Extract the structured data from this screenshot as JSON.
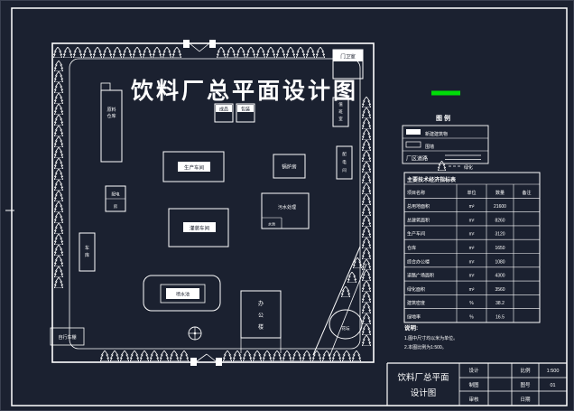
{
  "colors": {
    "background": "#1b2130",
    "line": "#ffffff",
    "title_red": "#f3241c",
    "highlight_green": "#00dd08"
  },
  "main_title": "饮料厂总平面设计图",
  "plan": {
    "buildings": {
      "raw_warehouse": {
        "line1": "原料",
        "line2": "仓库"
      },
      "power_room": {
        "line1": "配电",
        "line2": "房"
      },
      "garage": {
        "line1": "车",
        "line2": "库"
      },
      "workshop1": "生产车间",
      "workshop2": "灌装车间",
      "finished_store": "成品",
      "package_store": "包装",
      "boiler_room": "锅炉房",
      "sewage": {
        "main": "污水处理",
        "sub": "水池"
      },
      "pool": "喷水池",
      "office": {
        "chars": [
          "办",
          "公",
          "楼"
        ]
      },
      "flower_bed": "花坛",
      "gatehouse": "门卫室",
      "duty_room": {
        "chars": [
          "值",
          "班",
          "室"
        ]
      },
      "dist_room": {
        "chars": [
          "配",
          "电",
          "间"
        ]
      },
      "bike_shed": "自行车棚"
    }
  },
  "legend": {
    "title": "图 例",
    "rows": [
      {
        "label": "新建建筑物"
      },
      {
        "label": "围墙"
      },
      {
        "label": "厂区道路"
      }
    ],
    "planting_label": "绿化"
  },
  "indicators": {
    "title": "主要技术经济指标表",
    "header": [
      "项目名称",
      "单位",
      "数量",
      "备注"
    ],
    "rows": [
      [
        "总用地面积",
        "m²",
        "21600",
        ""
      ],
      [
        "总建筑面积",
        "m²",
        "8260",
        ""
      ],
      [
        "生产车间",
        "m²",
        "3120",
        ""
      ],
      [
        "仓库",
        "m²",
        "1650",
        ""
      ],
      [
        "综合办公楼",
        "m²",
        "1080",
        ""
      ],
      [
        "道路广场面积",
        "m²",
        "4300",
        ""
      ],
      [
        "绿化面积",
        "m²",
        "3560",
        ""
      ],
      [
        "建筑密度",
        "%",
        "38.2",
        ""
      ],
      [
        "绿地率",
        "%",
        "16.5",
        ""
      ]
    ]
  },
  "notes": {
    "title": "说明:",
    "line1": "1.图中尺寸均以米为单位。",
    "line2": "2.本图比例为1:500。"
  },
  "titleblock": {
    "name1": "饮料厂总平面",
    "name2": "设计图",
    "cells": [
      [
        "设计",
        "",
        "比例",
        "1:500"
      ],
      [
        "制图",
        "",
        "图号",
        "01"
      ],
      [
        "审核",
        "",
        "日期",
        ""
      ]
    ]
  }
}
